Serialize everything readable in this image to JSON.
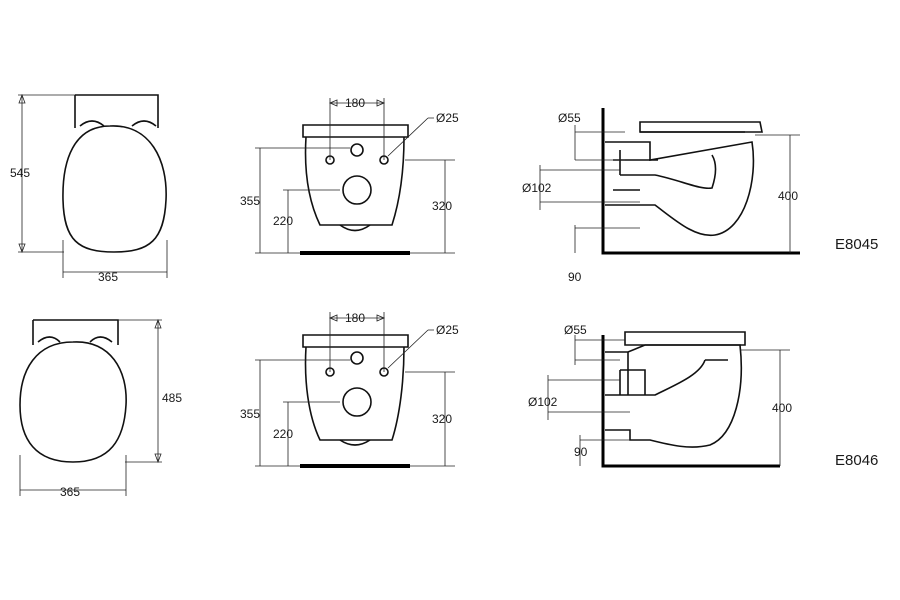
{
  "models": [
    {
      "code": "E8045",
      "top_view": {
        "length": "545",
        "width": "365"
      },
      "front_view": {
        "bolt_spacing": "180",
        "bolt_diameter": "Ø25",
        "outlet_height": "220",
        "overall_height": "355",
        "rim_height": "320"
      },
      "side_view": {
        "inlet_diameter": "Ø55",
        "outlet_diameter": "Ø102",
        "rim_height": "400",
        "base_offset": "90"
      }
    },
    {
      "code": "E8046",
      "top_view": {
        "length": "485",
        "width": "365"
      },
      "front_view": {
        "bolt_spacing": "180",
        "bolt_diameter": "Ø25",
        "outlet_height": "220",
        "overall_height": "355",
        "rim_height": "320"
      },
      "side_view": {
        "inlet_diameter": "Ø55",
        "outlet_diameter": "Ø102",
        "rim_height": "400",
        "base_offset": "90"
      }
    }
  ]
}
